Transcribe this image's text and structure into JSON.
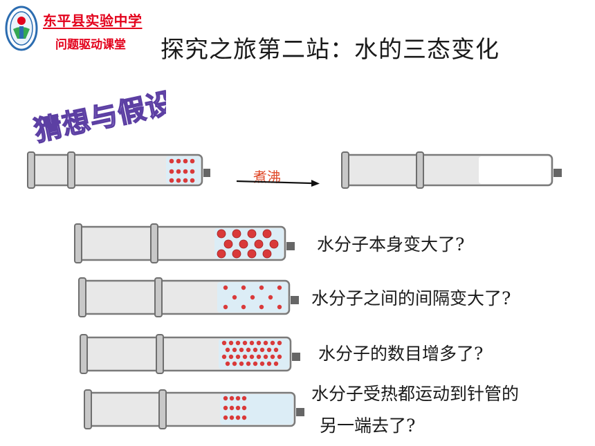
{
  "header": {
    "school_name": "东平县实验中学",
    "classroom_tag": "问题驱动课堂",
    "title": "探究之旅第二站：水的三态变化"
  },
  "hypothesis_heading": "猜想与假设",
  "experiment": {
    "process_label": "煮沸"
  },
  "questions": {
    "q1": "水分子本身变大了?",
    "q2": "水分子之间的间隔变大了?",
    "q3": "水分子的数目增多了?",
    "q4_line1": "水分子受热都运动到针管的",
    "q4_line2": "另一端去了?"
  },
  "colors": {
    "brand_red": "#e3001b",
    "heading_fill": "#c9b8f0",
    "heading_stroke": "#5c3fa3",
    "molecule_red": "#d93a3a",
    "water_blue": "#dcedf6"
  }
}
